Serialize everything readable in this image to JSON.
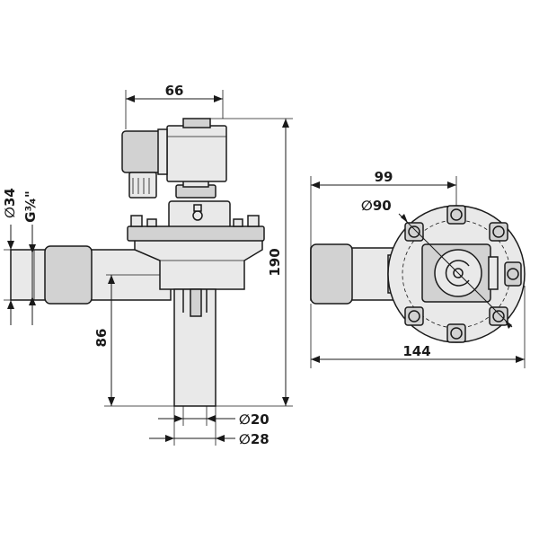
{
  "side_view": {
    "dim_top_width": "66",
    "dim_pipe_diameter": "∅34",
    "dim_thread": "G¾\"",
    "dim_outlet_height": "86",
    "dim_total_height": "190",
    "dim_outlet_inner": "∅20",
    "dim_outlet_outer": "∅28"
  },
  "top_view": {
    "dim_bolt_circle": "∅90",
    "dim_half_width": "99",
    "dim_total_width": "144"
  }
}
